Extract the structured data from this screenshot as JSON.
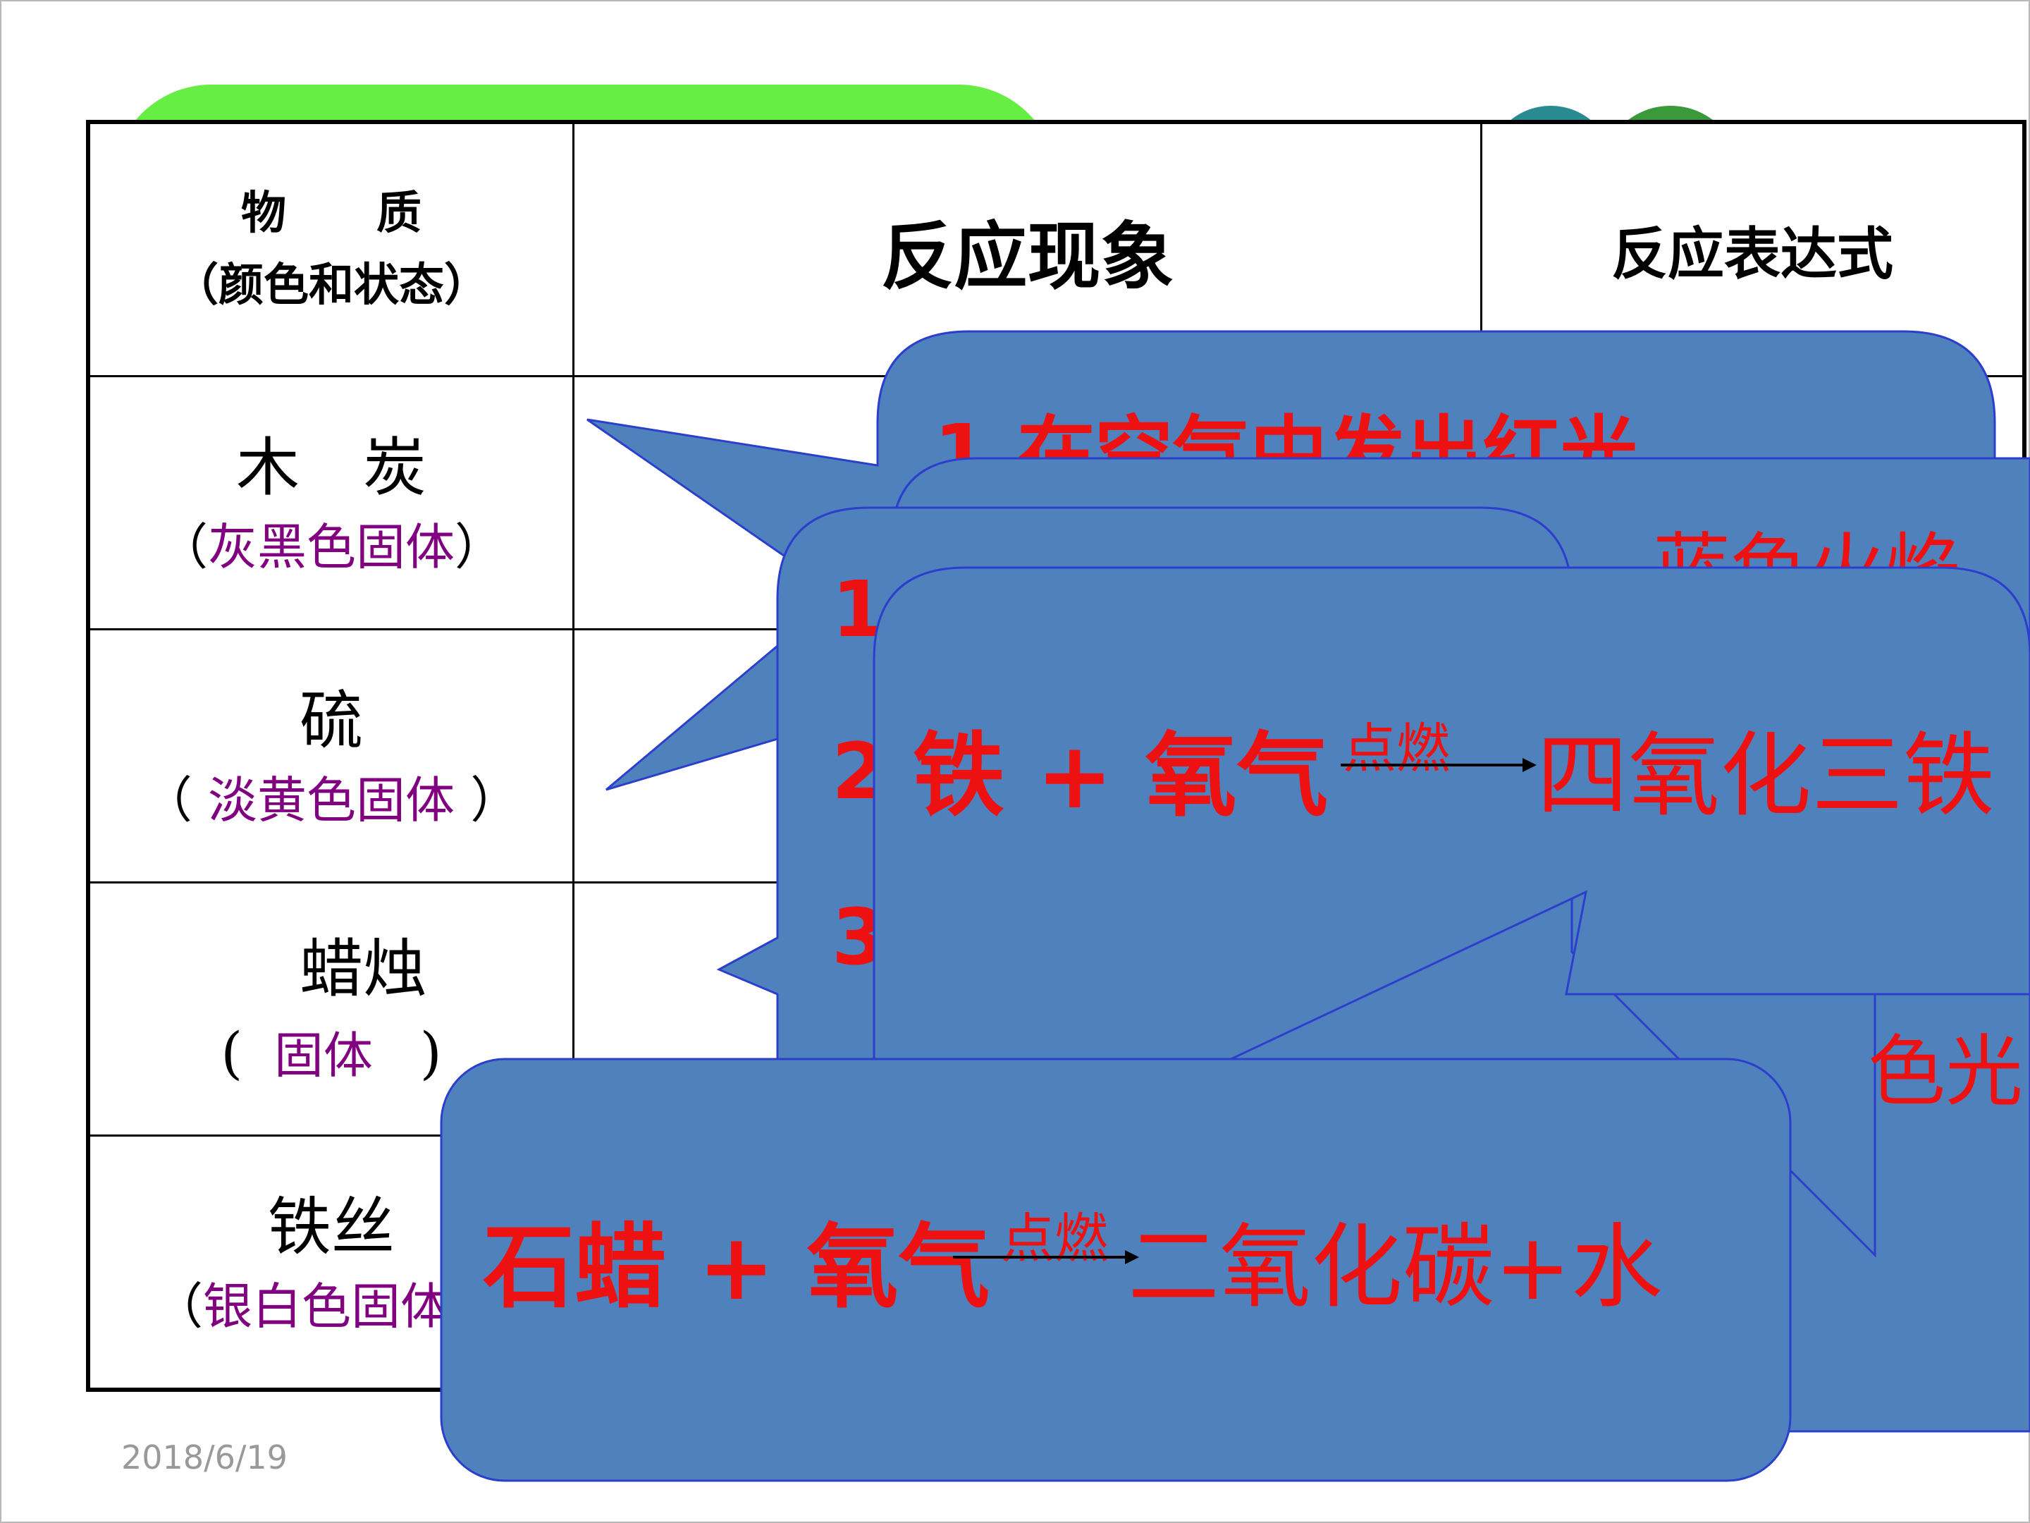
{
  "table": {
    "header": {
      "substance_line1": "物　　质",
      "substance_line2": "（颜色和状态）",
      "phenomenon": "反应现象",
      "expression": "反应表达式"
    },
    "rows": [
      {
        "name": "木　炭",
        "open": "（",
        "state": "灰黑色固体",
        "close": "）"
      },
      {
        "name": "硫",
        "open": "（",
        "state": "淡黄色固体",
        "close": "）"
      },
      {
        "name": "蜡烛",
        "open": "(",
        "state": "固体",
        "close": ")"
      },
      {
        "name": "铁丝",
        "open": "（",
        "state": "银白色固体",
        "close": ""
      }
    ]
  },
  "bubbles": {
    "charcoal_line1": "1.在空气中发出红光",
    "sulfur_fragment": "蓝色火焰",
    "candle_num1": "1",
    "candle_num2": "2",
    "candle_num3": "3",
    "candle_light": "色光",
    "iron_left": "铁 + 氧气",
    "iron_condition": "点燃",
    "iron_right": "四氧化三铁",
    "wax_left": "石蜡 + 氧气",
    "wax_condition": "点燃",
    "wax_right": "二氧化碳+水"
  },
  "footer": {
    "date": "2018/6/19"
  },
  "colors": {
    "bubble_fill": "#4f81bd",
    "bubble_stroke": "#2b3fcc",
    "reaction_text": "#ee1111",
    "state_text": "#800080"
  }
}
